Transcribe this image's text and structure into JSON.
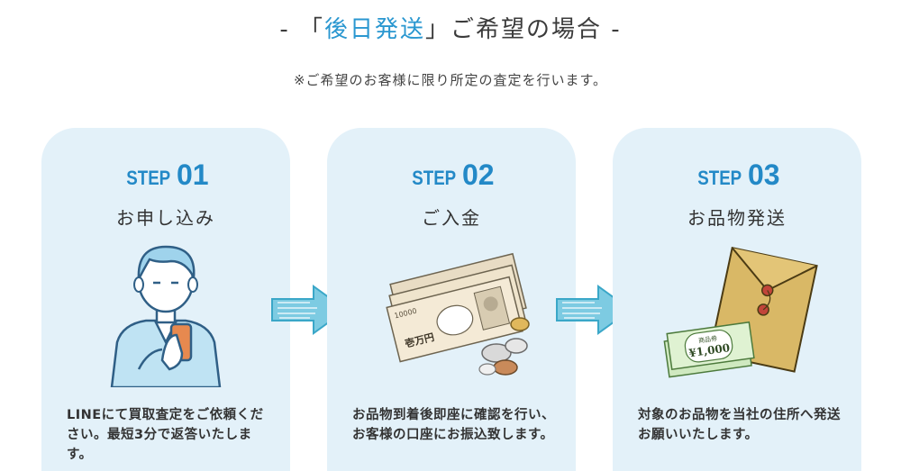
{
  "header": {
    "title_prefix": "- 「",
    "title_accent": "後日発送",
    "title_suffix": "」ご希望の場合 -",
    "subtitle": "※ご希望のお客様に限り所定の査定を行います。"
  },
  "steps": [
    {
      "step_word": "STEP",
      "step_num": "01",
      "title": "お申し込み",
      "desc": "LINEにて買取査定をご依頼ください。最短3分で返答いたします。",
      "illustration": "man-with-smartphone"
    },
    {
      "step_word": "STEP",
      "step_num": "02",
      "title": "ご入金",
      "desc": "お品物到着後即座に確認を行い、お客様の口座にお振込致します。",
      "illustration": "yen-bills-and-coins",
      "bill_text": "壱万円",
      "bill_corner": "10000"
    },
    {
      "step_word": "STEP",
      "step_num": "03",
      "title": "お品物発送",
      "desc": "対象のお品物を当社の住所へ発送お願いいたします。",
      "illustration": "envelope-and-gift-voucher",
      "voucher_label": "商品券",
      "voucher_value": "¥1,000"
    }
  ],
  "colors": {
    "accent": "#2a97d0",
    "step_blue": "#2389c7",
    "card_bg": "#e3f1f9",
    "arrow": "#5bbfd6"
  }
}
